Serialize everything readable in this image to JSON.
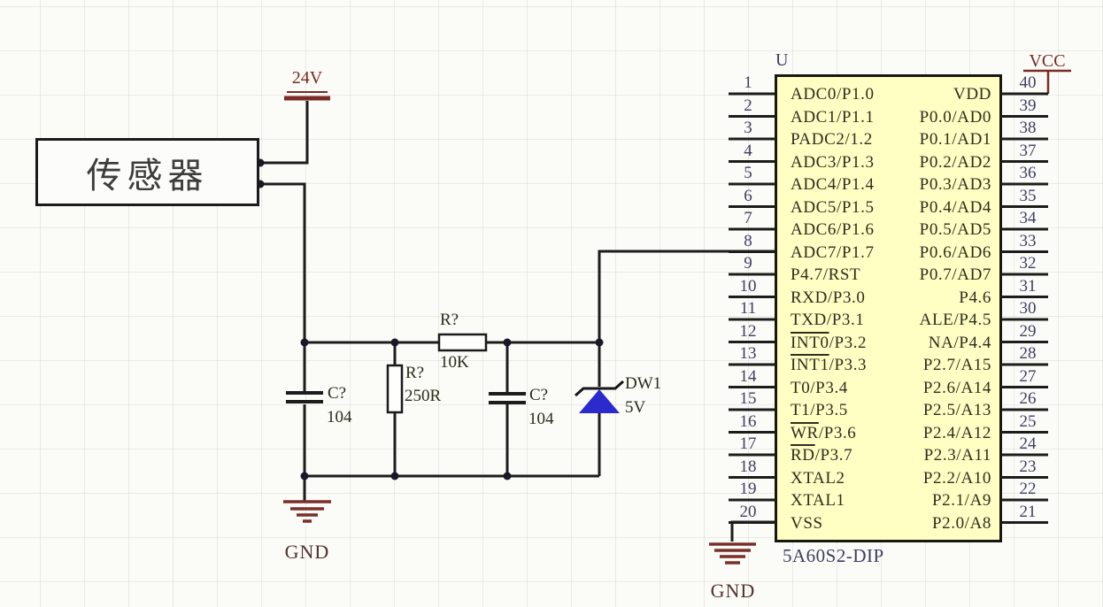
{
  "page_title": "Sensor to MCU ADC interface schematic",
  "colors": {
    "wire": "#1c1c1c",
    "chip_fill": "#ffffc3",
    "chip_border": "#181810",
    "pin_number": "#3e3e63",
    "pin_label": "#2e2e1f",
    "power_symbol": "#7a2b25",
    "gnd_text": "#53302c",
    "zener_fill": "#2a2ace",
    "background": "#fbfbf8"
  },
  "power": {
    "v24": "24V",
    "vcc": "VCC",
    "gnd1": "GND",
    "gnd2": "GND"
  },
  "sensor": {
    "label": "传感器"
  },
  "components": {
    "r1": {
      "ref": "R?",
      "value": "10K"
    },
    "r2": {
      "ref": "R?",
      "value": "250R"
    },
    "c1": {
      "ref": "C?",
      "value": "104"
    },
    "c2": {
      "ref": "C?",
      "value": "104"
    },
    "d1": {
      "ref": "DW1",
      "value": "5V"
    }
  },
  "chip": {
    "ref": "U",
    "part": "5A60S2-DIP",
    "left_pins": [
      {
        "num": "1",
        "label": "ADC0/P1.0"
      },
      {
        "num": "2",
        "label": "ADC1/P1.1"
      },
      {
        "num": "3",
        "label": "PADC2/1.2"
      },
      {
        "num": "4",
        "label": "ADC3/P1.3"
      },
      {
        "num": "5",
        "label": "ADC4/P1.4"
      },
      {
        "num": "6",
        "label": "ADC5/P1.5"
      },
      {
        "num": "7",
        "label": "ADC6/P1.6"
      },
      {
        "num": "8",
        "label": "ADC7/P1.7"
      },
      {
        "num": "9",
        "label": "P4.7/RST"
      },
      {
        "num": "10",
        "label": "RXD/P3.0"
      },
      {
        "num": "11",
        "label": "TXD/P3.1"
      },
      {
        "num": "12",
        "label": "INT0/P3.2",
        "bar": "INT0"
      },
      {
        "num": "13",
        "label": "INT1/P3.3",
        "bar": "INT1"
      },
      {
        "num": "14",
        "label": "T0/P3.4"
      },
      {
        "num": "15",
        "label": "T1/P3.5"
      },
      {
        "num": "16",
        "label": "WR/P3.6",
        "bar": "WR"
      },
      {
        "num": "17",
        "label": "RD/P3.7",
        "bar": "RD"
      },
      {
        "num": "18",
        "label": "XTAL2"
      },
      {
        "num": "19",
        "label": "XTAL1"
      },
      {
        "num": "20",
        "label": "VSS"
      }
    ],
    "right_pins": [
      {
        "num": "40",
        "label": "VDD"
      },
      {
        "num": "39",
        "label": "P0.0/AD0"
      },
      {
        "num": "38",
        "label": "P0.1/AD1"
      },
      {
        "num": "37",
        "label": "P0.2/AD2"
      },
      {
        "num": "36",
        "label": "P0.3/AD3"
      },
      {
        "num": "35",
        "label": "P0.4/AD4"
      },
      {
        "num": "34",
        "label": "P0.5/AD5"
      },
      {
        "num": "33",
        "label": "P0.6/AD6"
      },
      {
        "num": "32",
        "label": "P0.7/AD7"
      },
      {
        "num": "31",
        "label": "P4.6"
      },
      {
        "num": "30",
        "label": "ALE/P4.5"
      },
      {
        "num": "29",
        "label": "NA/P4.4"
      },
      {
        "num": "28",
        "label": "P2.7/A15"
      },
      {
        "num": "27",
        "label": "P2.6/A14"
      },
      {
        "num": "26",
        "label": "P2.5/A13"
      },
      {
        "num": "25",
        "label": "P2.4/A12"
      },
      {
        "num": "24",
        "label": "P2.3/A11"
      },
      {
        "num": "23",
        "label": "P2.2/A10"
      },
      {
        "num": "22",
        "label": "P2.1/A9"
      },
      {
        "num": "21",
        "label": "P2.0/A8"
      }
    ]
  }
}
